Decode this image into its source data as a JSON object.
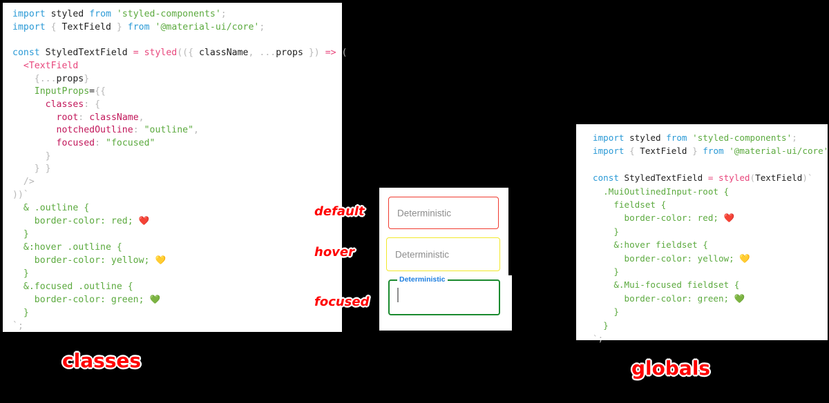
{
  "panels": {
    "classes": {
      "title": "classes",
      "code_lines": [
        [
          {
            "t": "import",
            "c": "kw"
          },
          {
            "t": " ",
            "c": "plain"
          },
          {
            "t": "styled",
            "c": "plain"
          },
          {
            "t": " ",
            "c": "plain"
          },
          {
            "t": "from",
            "c": "kw"
          },
          {
            "t": " ",
            "c": "plain"
          },
          {
            "t": "'styled-components'",
            "c": "str"
          },
          {
            "t": ";",
            "c": "punc"
          }
        ],
        [
          {
            "t": "import",
            "c": "kw"
          },
          {
            "t": " ",
            "c": "plain"
          },
          {
            "t": "{",
            "c": "punc"
          },
          {
            "t": " TextField ",
            "c": "plain"
          },
          {
            "t": "}",
            "c": "punc"
          },
          {
            "t": " ",
            "c": "plain"
          },
          {
            "t": "from",
            "c": "kw"
          },
          {
            "t": " ",
            "c": "plain"
          },
          {
            "t": "'@material-ui/core'",
            "c": "str"
          },
          {
            "t": ";",
            "c": "punc"
          }
        ],
        [],
        [
          {
            "t": "const",
            "c": "kw"
          },
          {
            "t": " StyledTextField ",
            "c": "plain"
          },
          {
            "t": "=",
            "c": "op"
          },
          {
            "t": " ",
            "c": "plain"
          },
          {
            "t": "styled",
            "c": "fn"
          },
          {
            "t": "((",
            "c": "punc"
          },
          {
            "t": "{ ",
            "c": "punc"
          },
          {
            "t": "className",
            "c": "plain"
          },
          {
            "t": ", ",
            "c": "punc"
          },
          {
            "t": "...",
            "c": "punc"
          },
          {
            "t": "props",
            "c": "plain"
          },
          {
            "t": " }",
            "c": "punc"
          },
          {
            "t": ") ",
            "c": "punc"
          },
          {
            "t": "=>",
            "c": "op"
          },
          {
            "t": " (",
            "c": "punc"
          }
        ],
        [
          {
            "t": "  ",
            "c": "plain"
          },
          {
            "t": "<TextField",
            "c": "tag"
          }
        ],
        [
          {
            "t": "    ",
            "c": "plain"
          },
          {
            "t": "{",
            "c": "punc"
          },
          {
            "t": "...",
            "c": "punc"
          },
          {
            "t": "props",
            "c": "plain"
          },
          {
            "t": "}",
            "c": "punc"
          }
        ],
        [
          {
            "t": "    ",
            "c": "plain"
          },
          {
            "t": "InputProps",
            "c": "attr"
          },
          {
            "t": "=",
            "c": "plain"
          },
          {
            "t": "{{",
            "c": "punc"
          }
        ],
        [
          {
            "t": "      ",
            "c": "plain"
          },
          {
            "t": "classes",
            "c": "prop"
          },
          {
            "t": ": ",
            "c": "punc"
          },
          {
            "t": "{",
            "c": "punc"
          }
        ],
        [
          {
            "t": "        ",
            "c": "plain"
          },
          {
            "t": "root",
            "c": "prop"
          },
          {
            "t": ": ",
            "c": "punc"
          },
          {
            "t": "className",
            "c": "prop"
          },
          {
            "t": ",",
            "c": "punc"
          }
        ],
        [
          {
            "t": "        ",
            "c": "plain"
          },
          {
            "t": "notchedOutline",
            "c": "prop"
          },
          {
            "t": ": ",
            "c": "punc"
          },
          {
            "t": "\"outline\"",
            "c": "str"
          },
          {
            "t": ",",
            "c": "punc"
          }
        ],
        [
          {
            "t": "        ",
            "c": "plain"
          },
          {
            "t": "focused",
            "c": "prop"
          },
          {
            "t": ": ",
            "c": "punc"
          },
          {
            "t": "\"focused\"",
            "c": "str"
          }
        ],
        [
          {
            "t": "      ",
            "c": "plain"
          },
          {
            "t": "}",
            "c": "punc"
          }
        ],
        [
          {
            "t": "    ",
            "c": "plain"
          },
          {
            "t": "} }",
            "c": "punc"
          }
        ],
        [
          {
            "t": "  ",
            "c": "plain"
          },
          {
            "t": "/>",
            "c": "punc"
          }
        ],
        [
          {
            "t": "))`",
            "c": "punc"
          }
        ],
        [
          {
            "t": "  ",
            "c": "plain"
          },
          {
            "t": "& .outline {",
            "c": "sel"
          }
        ],
        [
          {
            "t": "    ",
            "c": "plain"
          },
          {
            "t": "border-color: red; ",
            "c": "css"
          },
          {
            "t": "❤️",
            "c": "emoji"
          }
        ],
        [
          {
            "t": "  ",
            "c": "plain"
          },
          {
            "t": "}",
            "c": "sel"
          }
        ],
        [
          {
            "t": "  ",
            "c": "plain"
          },
          {
            "t": "&:hover .outline {",
            "c": "sel"
          }
        ],
        [
          {
            "t": "    ",
            "c": "plain"
          },
          {
            "t": "border-color: yellow; ",
            "c": "css"
          },
          {
            "t": "💛",
            "c": "emoji"
          }
        ],
        [
          {
            "t": "  ",
            "c": "plain"
          },
          {
            "t": "}",
            "c": "sel"
          }
        ],
        [
          {
            "t": "  ",
            "c": "plain"
          },
          {
            "t": "&.focused .outline {",
            "c": "sel"
          }
        ],
        [
          {
            "t": "    ",
            "c": "plain"
          },
          {
            "t": "border-color: green; ",
            "c": "css"
          },
          {
            "t": "💚",
            "c": "emoji"
          }
        ],
        [
          {
            "t": "  ",
            "c": "plain"
          },
          {
            "t": "}",
            "c": "sel"
          }
        ],
        [
          {
            "t": "`;",
            "c": "punc"
          }
        ]
      ]
    },
    "globals": {
      "title": "globals",
      "code_lines": [
        [
          {
            "t": "import",
            "c": "kw"
          },
          {
            "t": " ",
            "c": "plain"
          },
          {
            "t": "styled",
            "c": "plain"
          },
          {
            "t": " ",
            "c": "plain"
          },
          {
            "t": "from",
            "c": "kw"
          },
          {
            "t": " ",
            "c": "plain"
          },
          {
            "t": "'styled-components'",
            "c": "str"
          },
          {
            "t": ";",
            "c": "punc"
          }
        ],
        [
          {
            "t": "import",
            "c": "kw"
          },
          {
            "t": " ",
            "c": "plain"
          },
          {
            "t": "{",
            "c": "punc"
          },
          {
            "t": " TextField ",
            "c": "plain"
          },
          {
            "t": "}",
            "c": "punc"
          },
          {
            "t": " ",
            "c": "plain"
          },
          {
            "t": "from",
            "c": "kw"
          },
          {
            "t": " ",
            "c": "plain"
          },
          {
            "t": "'@material-ui/core'",
            "c": "str"
          },
          {
            "t": ";",
            "c": "punc"
          }
        ],
        [],
        [
          {
            "t": "const",
            "c": "kw"
          },
          {
            "t": " StyledTextField ",
            "c": "plain"
          },
          {
            "t": "=",
            "c": "op"
          },
          {
            "t": " ",
            "c": "plain"
          },
          {
            "t": "styled",
            "c": "fn"
          },
          {
            "t": "(",
            "c": "punc"
          },
          {
            "t": "TextField",
            "c": "plain"
          },
          {
            "t": ")`",
            "c": "punc"
          }
        ],
        [
          {
            "t": "  ",
            "c": "plain"
          },
          {
            "t": ".MuiOutlinedInput-root {",
            "c": "sel"
          }
        ],
        [
          {
            "t": "    ",
            "c": "plain"
          },
          {
            "t": "fieldset {",
            "c": "sel"
          }
        ],
        [
          {
            "t": "      ",
            "c": "plain"
          },
          {
            "t": "border-color: red; ",
            "c": "css"
          },
          {
            "t": "❤️",
            "c": "emoji"
          }
        ],
        [
          {
            "t": "    ",
            "c": "plain"
          },
          {
            "t": "}",
            "c": "sel"
          }
        ],
        [
          {
            "t": "    ",
            "c": "plain"
          },
          {
            "t": "&:hover fieldset {",
            "c": "sel"
          }
        ],
        [
          {
            "t": "      ",
            "c": "plain"
          },
          {
            "t": "border-color: yellow; ",
            "c": "css"
          },
          {
            "t": "💛",
            "c": "emoji"
          }
        ],
        [
          {
            "t": "    ",
            "c": "plain"
          },
          {
            "t": "}",
            "c": "sel"
          }
        ],
        [
          {
            "t": "    ",
            "c": "plain"
          },
          {
            "t": "&.Mui-focused fieldset {",
            "c": "sel"
          }
        ],
        [
          {
            "t": "      ",
            "c": "plain"
          },
          {
            "t": "border-color: green; ",
            "c": "css"
          },
          {
            "t": "💚",
            "c": "emoji"
          }
        ],
        [
          {
            "t": "    ",
            "c": "plain"
          },
          {
            "t": "}",
            "c": "sel"
          }
        ],
        [
          {
            "t": "  ",
            "c": "plain"
          },
          {
            "t": "}",
            "c": "sel"
          }
        ],
        [
          {
            "t": "`;",
            "c": "punc"
          }
        ]
      ]
    }
  },
  "demo": {
    "fields": [
      {
        "state": "default",
        "label": "Deterministic",
        "border_color": "#f03a2f",
        "value": ""
      },
      {
        "state": "hover",
        "label": "Deterministic",
        "border_color": "#f2e82a",
        "value": ""
      },
      {
        "state": "focused",
        "label": "Deterministic",
        "border_color": "#1a8a2e",
        "value": "",
        "label_color": "#1e7fe0"
      }
    ]
  },
  "annotations": {
    "default": "default",
    "hover": "hover",
    "focused": "focused"
  },
  "colors": {
    "red": "#f03a2f",
    "yellow": "#f2e82a",
    "green": "#1a8a2e",
    "annotation": "#ff0000",
    "background": "#000000",
    "panel": "#ffffff"
  }
}
